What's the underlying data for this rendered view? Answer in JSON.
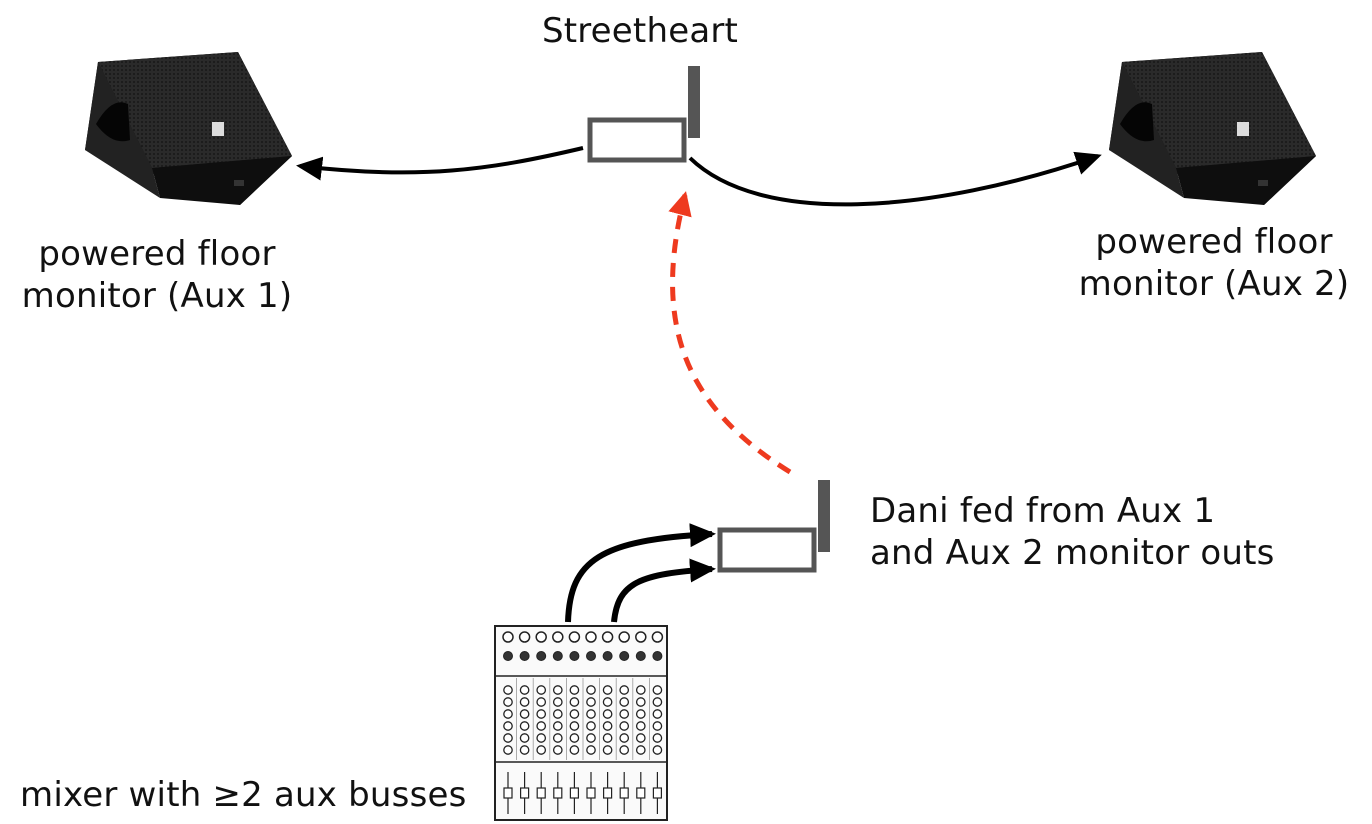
{
  "labels": {
    "streetheart": "Streetheart",
    "monitor_aux1": [
      "powered floor",
      "monitor (Aux 1)"
    ],
    "monitor_aux2": [
      "powered floor",
      "monitor (Aux 2)"
    ],
    "dani": [
      "Dani fed from Aux 1",
      "and Aux 2 monitor outs"
    ],
    "mixer": "mixer with ≥2 aux busses"
  },
  "colors": {
    "arrow": "#000000",
    "wireless_link": "#ee3a1f",
    "device_outline": "#555555",
    "speaker_body": "#1c1c1c"
  },
  "icons": {
    "monitor_left": "floor-monitor-speaker-icon",
    "monitor_right": "floor-monitor-speaker-icon",
    "streetheart": "wireless-transmitter-icon",
    "dani": "wireless-transmitter-icon",
    "mixer": "audio-mixer-icon"
  }
}
